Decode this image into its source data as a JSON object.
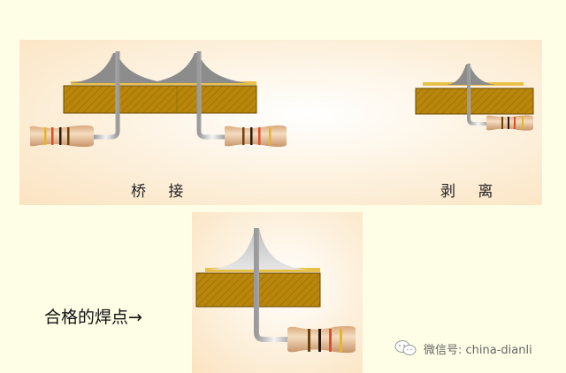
{
  "diagrams": {
    "bridge": {
      "caption": "桥 接"
    },
    "peel": {
      "caption": "剥 离"
    },
    "good_joint": {
      "label": "合格的焊点→"
    }
  },
  "watermark": {
    "icon": "wechat-icon",
    "text": "微信号: china-dianli"
  },
  "colors": {
    "background": "#fefee6",
    "board": "#b8860b",
    "pad": "#e8c14a",
    "solder_dark": "#8c8c8c",
    "solder_light": "#d4d4d4",
    "lead": "#dcdcdc",
    "resistor_body": "#e8c4a0"
  }
}
